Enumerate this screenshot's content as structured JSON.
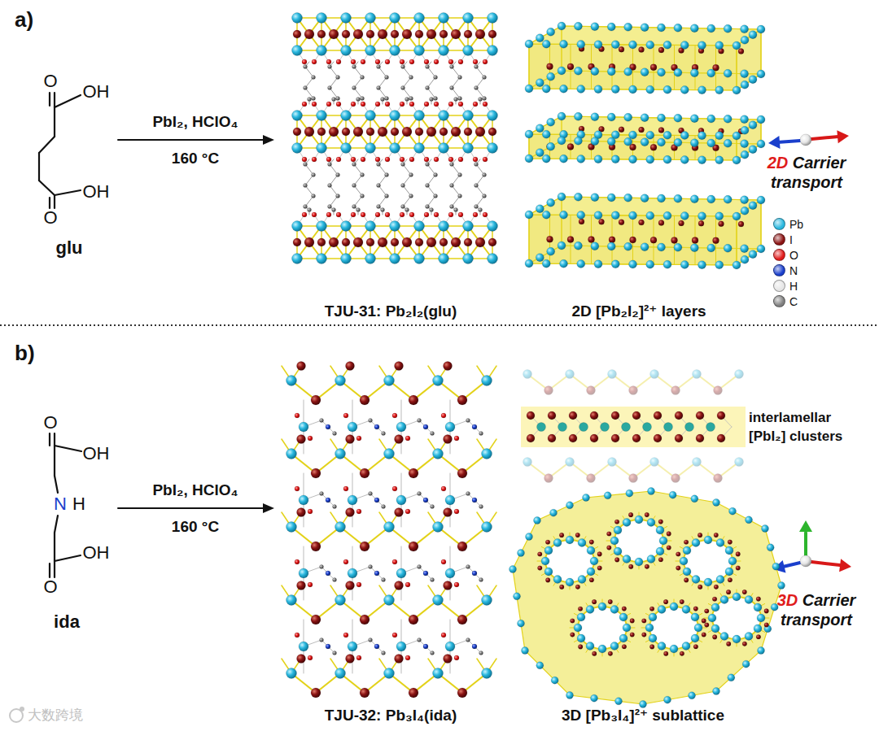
{
  "diagram": {
    "labels": [
      "a)",
      "O",
      "OH",
      "OH",
      "O",
      "glu",
      "PbI₂, HClO₄",
      "160 °C",
      "TJU-31: Pb₂I₂(glu)",
      "2D [Pb₂I₂]²⁺ layers",
      "2D",
      "Carrier transport",
      "b)",
      "O",
      "OH",
      "N",
      "H",
      "O",
      "OH",
      "ida",
      "PbI₂, HClO₄",
      "160 °C",
      "TJU-32: Pb₃I₄(ida)",
      "3D [Pb₃I₄]²⁺ sublattice",
      "interlamellar [PbI₂] clusters",
      "3D",
      "Carrier transport",
      "大数跨境"
    ],
    "legend": [
      {
        "text": "Pb",
        "color": "#2ab8df"
      },
      {
        "text": "I",
        "color": "#8c1414"
      },
      {
        "text": "O",
        "color": "#e01b1b"
      },
      {
        "text": "N",
        "color": "#1a3fcc"
      },
      {
        "text": "H",
        "color": "#e6e6e6"
      },
      {
        "text": "C",
        "color": "#808080"
      }
    ]
  }
}
